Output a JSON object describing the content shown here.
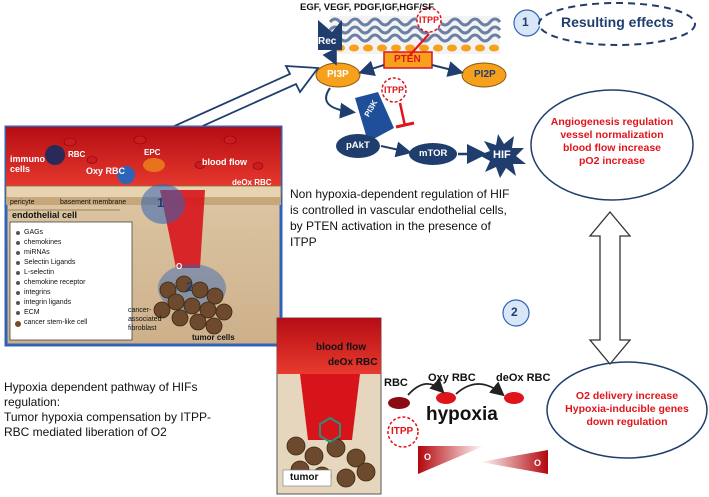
{
  "colors": {
    "red_text": "#e0141b",
    "blue_circle": "#2f63b7",
    "dark_navy": "#1f3e6e",
    "orange": "#f6a01c",
    "vessel_red": "#d8141b",
    "tissue": "#c9b08a"
  },
  "icons": {
    "hif_burst": "starburst",
    "arrows": "arrows",
    "double_arrow": "double-headed-arrow"
  },
  "top_signaling": {
    "growth_factors": "EGF, VEGF, PDGF,IGF,HGF/SF",
    "rec": "Rec",
    "itpp": "ITPP",
    "pten": "PTEN",
    "pi3p": "PI3P",
    "pi2p": "PI2P",
    "pi3k": "PI3K",
    "pakt": "pAkT",
    "mtor": "mTOR",
    "hif": "HIF"
  },
  "step1": {
    "number": "1",
    "resulting_effects": "Resulting effects",
    "effects": [
      "Angiogenesis regulation",
      "vessel normalization",
      "blood flow increase",
      "pO2 increase"
    ],
    "description": [
      "Non hypoxia-dependent regulation of HIF",
      "is controlled in vascular endothelial cells,",
      "by PTEN activation in the presence of",
      "ITPP"
    ]
  },
  "step2": {
    "number": "2",
    "effects": [
      "O2 delivery increase",
      "Hypoxia-inducible genes",
      "down regulation"
    ],
    "description": [
      "Hypoxia dependent  pathway of HIFs",
      "regulation:",
      "Tumor hypoxia compensation by ITPP-",
      "RBC mediated liberation of O2"
    ]
  },
  "vessel_panel": {
    "immuno_cell": "immuno",
    "immuno_cell2": "cells",
    "rbc": "RBC",
    "epc": "EPC",
    "oxy_rbc": "Oxy RBC",
    "blood_flow": "blood flow",
    "deox_rbc": "deOx RBC",
    "pericyte": "pericyte",
    "basement_membrane": "basement membrane",
    "endothelial_cell": "endothelial cell",
    "marker1": "1",
    "marker2": "2",
    "o2": "O",
    "legend": [
      "GAGs",
      "chemokines",
      "miRNAs",
      "Selectin Ligands",
      "L-selectin",
      "chemokine receptor",
      "integrins",
      "integrin ligands",
      "ECM",
      "cancer stem-like cell"
    ],
    "cancer_fibroblast": "cancer-",
    "cancer_fibroblast2": "associated",
    "cancer_fibroblast3": "fibroblast",
    "tumor_cells": "tumor cells"
  },
  "zoom_panel": {
    "blood_flow": "blood flow",
    "deox_rbc": "deOx RBC",
    "tumor": "tumor"
  },
  "hypoxia_flow": {
    "rbc": "RBC",
    "oxy_rbc": "Oxy RBC",
    "deox_rbc": "deOx RBC",
    "itpp": "ITPP",
    "hypoxia": "hypoxia",
    "o2_a": "O",
    "o2_b": "O"
  }
}
